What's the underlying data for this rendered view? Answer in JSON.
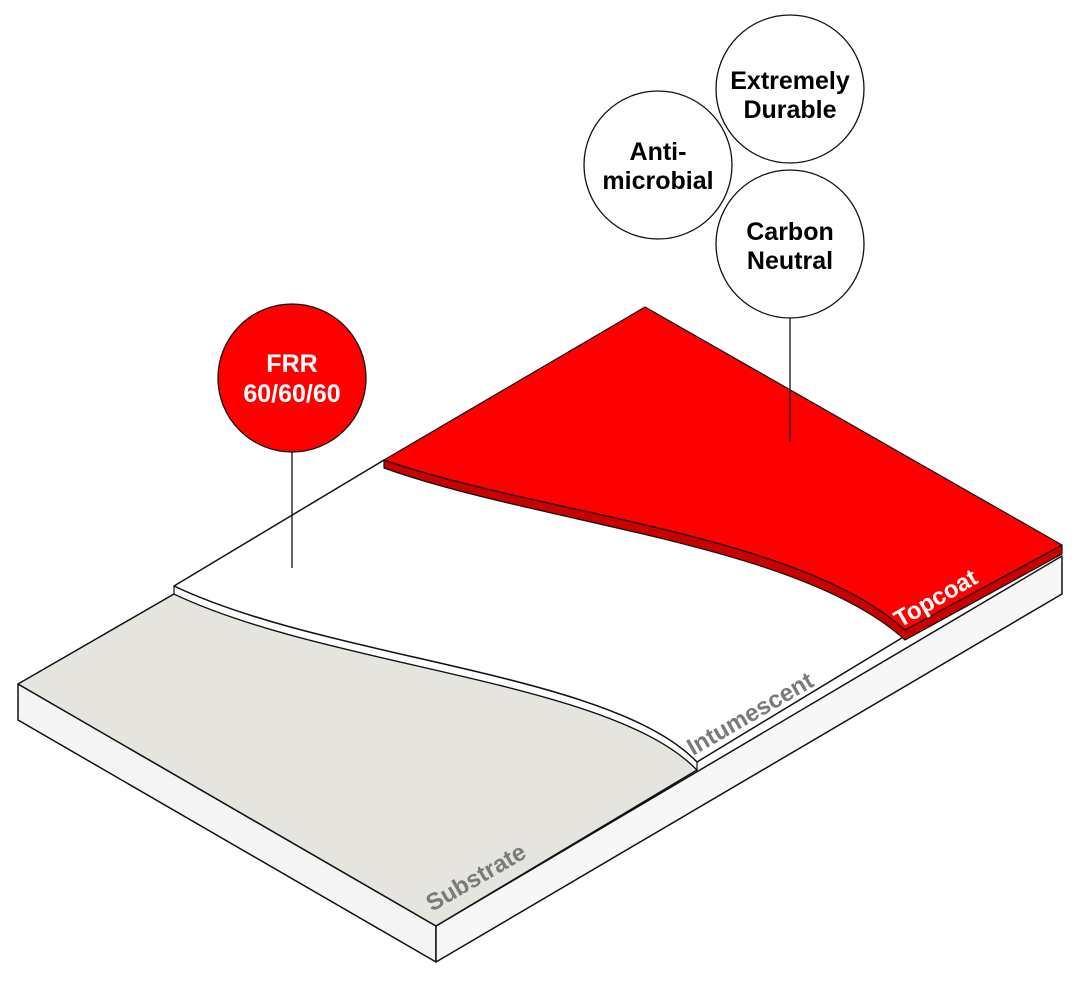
{
  "layers": {
    "substrate": "Substrate",
    "intumescent": "Intumescent",
    "topcoat": "Topcoat"
  },
  "callouts": {
    "frr": {
      "line1": "FRR",
      "line2": "60/60/60"
    },
    "antimicrobial": {
      "line1": "Anti-",
      "line2": "microbial"
    },
    "durable": {
      "line1": "Extremely",
      "line2": "Durable"
    },
    "carbon": {
      "line1": "Carbon",
      "line2": "Neutral"
    }
  },
  "colors": {
    "topcoat": "#ff0000",
    "topcoat_edge": "#c80000",
    "substrate_top": "#e6e4df",
    "slab_side": "#f5f5f5",
    "outline": "#111111",
    "label_grey": "#7a7a7a"
  }
}
